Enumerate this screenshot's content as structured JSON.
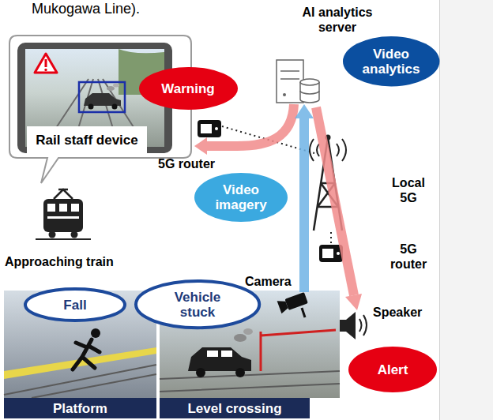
{
  "diagram": {
    "nodes": [
      {
        "text": [
          "Video analytics"
        ]
      },
      {
        "text": [
          "Warning"
        ]
      },
      {
        "text": [
          "Rail staff device"
        ]
      },
      {
        "text": [
          "Video imagery"
        ]
      },
      {
        "text": [
          "Fall"
        ]
      },
      {
        "text": [
          "Vehicle stuck"
        ]
      },
      {
        "text": [
          "Alert"
        ]
      },
      {
        "text": [
          "Platform"
        ]
      },
      {
        "text": [
          "Level crossing"
        ]
      }
    ],
    "labels": [
      "Mukogawa Line).",
      "AI analytics server",
      "5G router",
      "Local 5G",
      "Approaching train",
      "5G router",
      "Camera",
      "Speaker"
    ]
  }
}
